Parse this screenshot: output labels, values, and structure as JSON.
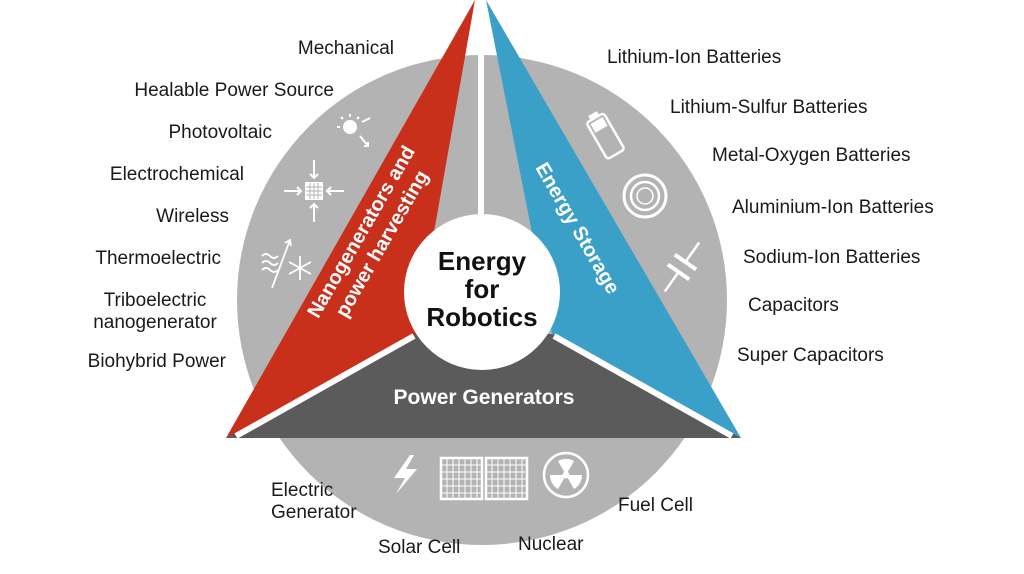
{
  "center": {
    "line1": "Energy",
    "line2": "for",
    "line3": "Robotics"
  },
  "segments": {
    "harvesting": {
      "line1": "Nanogenerators and",
      "line2": "power harvesting",
      "color": "#c8301c"
    },
    "storage": {
      "title": "Energy Storage",
      "color": "#3aa0c8"
    },
    "generators": {
      "title": "Power Generators",
      "color": "#5b5b5b"
    }
  },
  "ring_color": "#b3b3b3",
  "harvesting_items": [
    "Mechanical",
    "Healable Power Source",
    "Photovoltaic",
    "Electrochemical",
    "Wireless",
    "Thermoelectric",
    "Triboelectric\nnanogenerator",
    "Biohybrid Power"
  ],
  "storage_items": [
    "Lithium-Ion Batteries",
    "Lithium-Sulfur Batteries",
    "Metal-Oxygen Batteries",
    "Aluminium-Ion Batteries",
    "Sodium-Ion Batteries",
    "Capacitors",
    "Super Capacitors"
  ],
  "generator_items": {
    "electric": "Electric\nGenerator",
    "solar": "Solar Cell",
    "nuclear": "Nuclear",
    "fuel": "Fuel Cell"
  },
  "icons": {
    "harvesting": [
      "sun-light-icon",
      "mechanical-compression-icon",
      "heat-cold-icon"
    ],
    "storage": [
      "battery-icon",
      "coin-cell-icon",
      "capacitor-icon"
    ],
    "generators": [
      "lightning-bolt-icon",
      "solar-panel-icon",
      "radiation-icon"
    ]
  }
}
